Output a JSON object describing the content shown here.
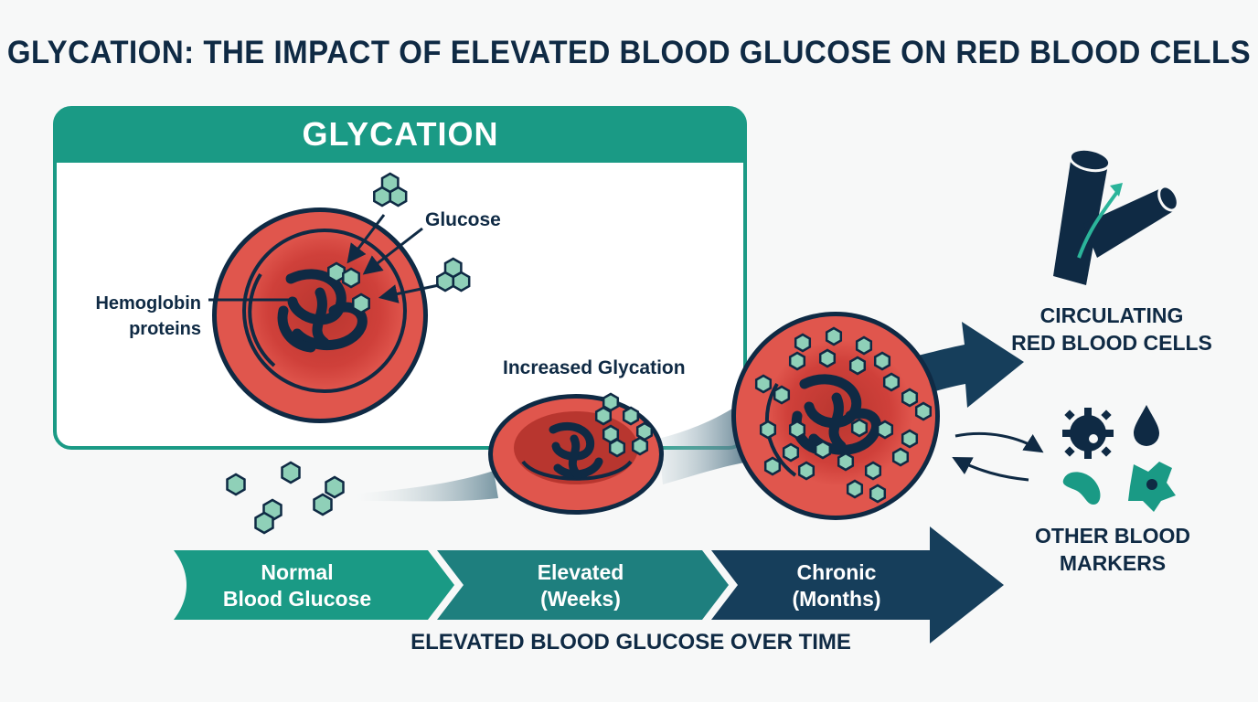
{
  "title": "GLYCATION: THE IMPACT OF ELEVATED BLOOD GLUCOSE ON RED BLOOD CELLS",
  "panel": {
    "title": "GLYCATION",
    "glucose_label": "Glucose",
    "hemoglobin_label": "Hemoglobin\nproteins"
  },
  "increased_label": "Increased Glycation",
  "circulating_label": "CIRCULATING\nRED BLOOD CELLS",
  "markers_label": "OTHER BLOOD\nMARKERS",
  "stages": [
    {
      "label": "Normal\nBlood Glucose"
    },
    {
      "label": "Elevated\n(Weeks)"
    },
    {
      "label": "Chronic\n(Months)"
    }
  ],
  "timeline_caption": "ELEVATED BLOOD GLUCOSE OVER TIME",
  "colors": {
    "navy": "#0f2a44",
    "teal": "#1a9a85",
    "cell_red": "#d9453d",
    "glucose_fill": "#8fd0b8",
    "arrow_teal": "#1e7f7e",
    "arrow_navy": "#163e5b"
  }
}
